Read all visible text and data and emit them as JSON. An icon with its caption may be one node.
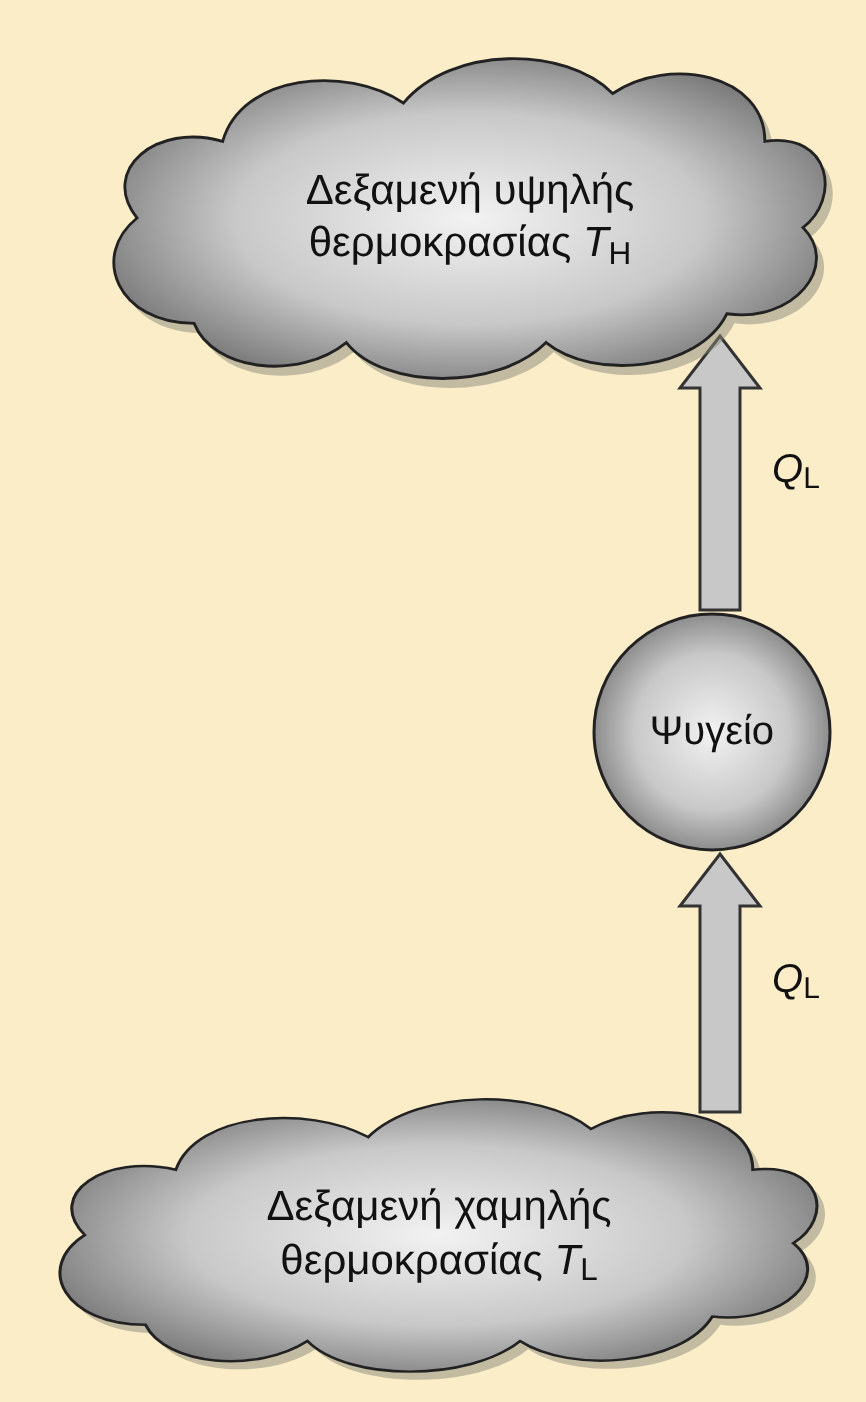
{
  "diagram": {
    "nodes": [
      {
        "text": [
          "Δεξαμενή υψηλής θερμοκρασίας *T*$_{H}$"
        ]
      },
      {
        "text": [
          "Ψυγείο"
        ]
      },
      {
        "text": [
          "Δεξαμενή χαμηλής θερμοκρασίας *T*$_{L}$"
        ]
      }
    ],
    "edges": [
      {
        "from": 2,
        "to": 1,
        "arrow": "to",
        "label": "*Q*$_{L}$"
      },
      {
        "from": 1,
        "to": 0,
        "arrow": "to",
        "label": "*Q*$_{L}$"
      }
    ]
  }
}
